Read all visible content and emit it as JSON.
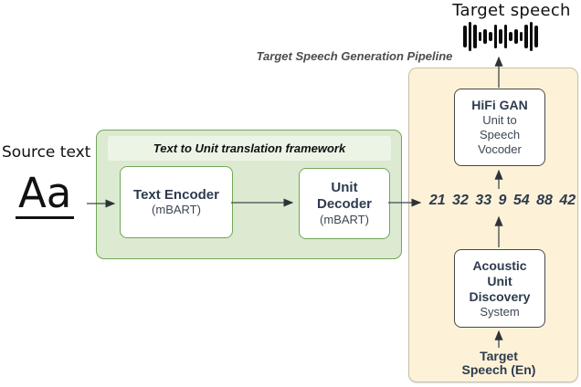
{
  "colors": {
    "framework_fill": "#dcead2",
    "framework_border": "#70a857",
    "framework_title_fill": "#ecf4e6",
    "pipeline_fill": "#fdf2d8",
    "pipeline_border": "#c9c0a9",
    "node_border_dark": "#474747",
    "text_dark": "#2e3b4e",
    "connector_line": "#43474c"
  },
  "source": {
    "label": "Source text",
    "glyph": "Aa"
  },
  "target": {
    "label": "Target speech"
  },
  "pipeline": {
    "title": "Target Speech Generation Pipeline",
    "hifi_gan": {
      "line1": "HiFi GAN",
      "line2": "Unit to",
      "line3": "Speech",
      "line4": "Vocoder"
    },
    "units": "21 32 33 9 54 88 42",
    "acoustic": {
      "line1": "Acoustic",
      "line2": "Unit",
      "line3": "Discovery",
      "line4": "System"
    },
    "target_speech_en": {
      "line1": "Target",
      "line2": "Speech (En)"
    }
  },
  "framework": {
    "title": "Text to Unit translation framework",
    "text_encoder": {
      "line1": "Text Encoder",
      "line2": "(mBART)"
    },
    "unit_decoder": {
      "line1": "Unit",
      "line2": "Decoder",
      "line3": "(mBART)"
    }
  },
  "waveform": {
    "bars": [
      24,
      32,
      26,
      10,
      16,
      10,
      26,
      16,
      26,
      10,
      16,
      10,
      26,
      32,
      24
    ]
  }
}
